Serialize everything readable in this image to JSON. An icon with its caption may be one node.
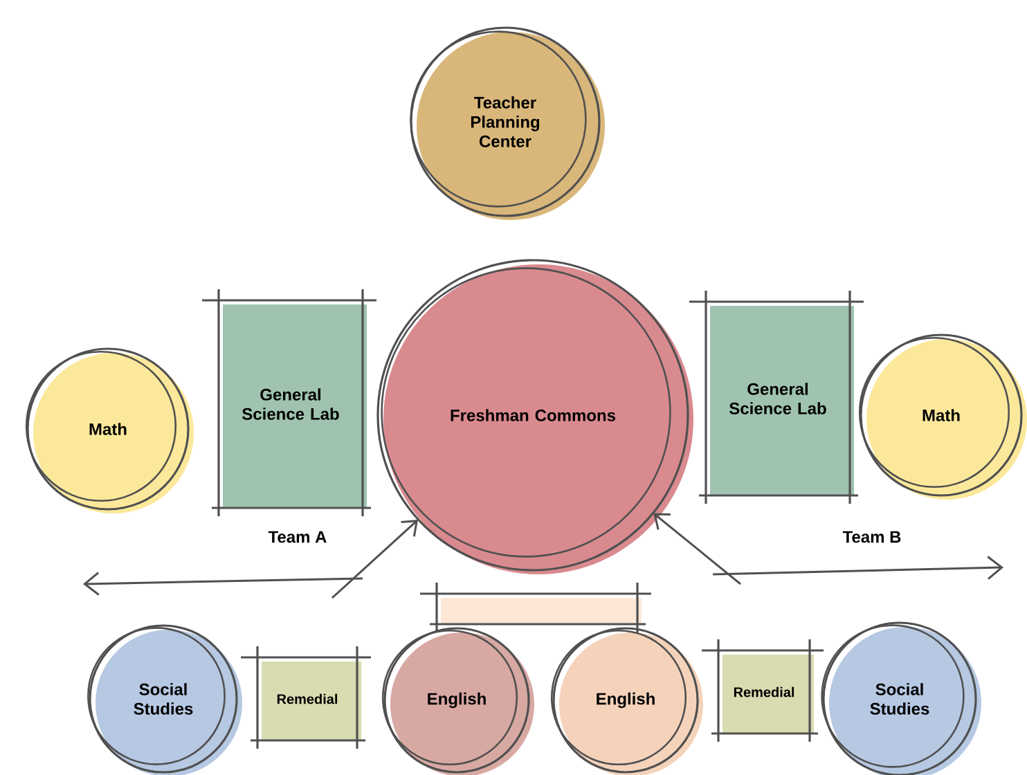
{
  "diagram": {
    "nodes": [
      {
        "text": [
          "Teacher Planning Center"
        ]
      },
      {
        "text": [
          "Math"
        ]
      },
      {
        "text": [
          "General Science Lab"
        ]
      },
      {
        "text": [
          "Freshman Commons"
        ]
      },
      {
        "text": [
          "General Science Lab"
        ]
      },
      {
        "text": [
          "Math"
        ]
      },
      {
        "text": [
          "Social Studies"
        ]
      },
      {
        "text": [
          "Remedial"
        ]
      },
      {
        "text": [],
        "shape": "box"
      },
      {
        "text": [
          "English"
        ]
      },
      {
        "text": [
          "English"
        ]
      },
      {
        "text": [
          "Remedial"
        ]
      },
      {
        "text": [
          "Social Studies"
        ]
      }
    ],
    "edges": [
      {
        "from": null,
        "to": 3,
        "arrow": "to"
      },
      {
        "from": null,
        "to": 3,
        "arrow": "to"
      }
    ],
    "labels": [
      "Team A",
      "Team B"
    ]
  }
}
